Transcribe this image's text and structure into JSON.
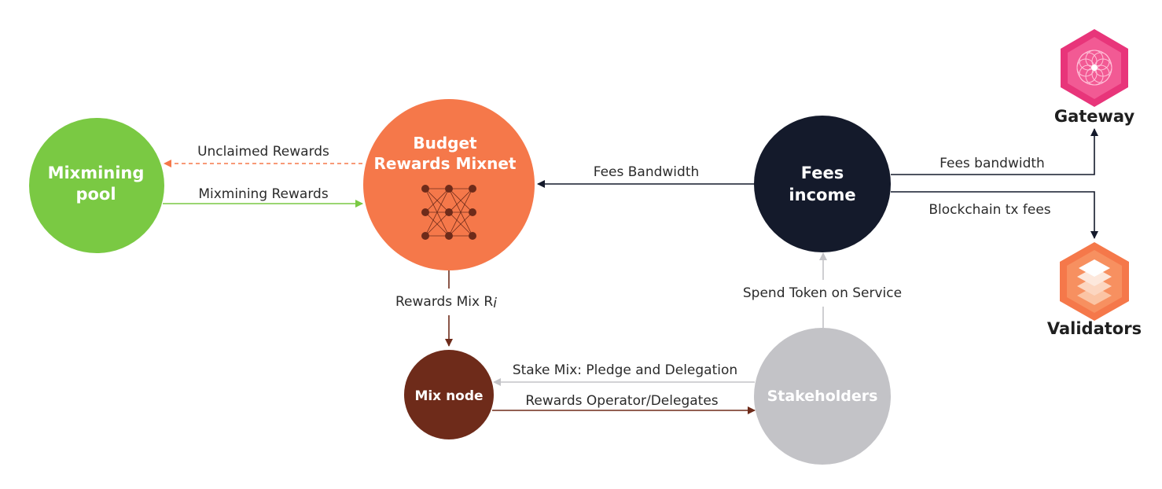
{
  "nodes": {
    "mixmining_pool": {
      "line1": "Mixmining",
      "line2": "pool",
      "color": "#7ac943"
    },
    "budget": {
      "line1": "Budget",
      "line2": "Rewards Mixnet",
      "color": "#f5784a"
    },
    "fees_income": {
      "line1": "Fees",
      "line2": "income",
      "color": "#141a2b"
    },
    "mix_node": {
      "line1": "Mix node",
      "color": "#6e2b1a"
    },
    "stakeholders": {
      "line1": "Stakeholders",
      "color": "#c3c3c7"
    },
    "gateway": {
      "label": "Gateway",
      "color": "#e8357a"
    },
    "validators": {
      "label": "Validators",
      "color": "#f5784a"
    }
  },
  "edges": {
    "unclaimed_rewards": "Unclaimed Rewards",
    "mixmining_rewards": "Mixmining Rewards",
    "fees_bandwidth_to_budget": "Fees Bandwidth",
    "fees_bandwidth_to_gateway": "Fees bandwidth",
    "blockchain_tx_fees": "Blockchain tx fees",
    "rewards_mix": "Rewards Mix R",
    "rewards_mix_subscript": "i",
    "spend_token": "Spend Token on Service",
    "stake_mix": "Stake Mix: Pledge and Delegation",
    "rewards_operator": "Rewards Operator/Delegates"
  },
  "colors": {
    "dark_arrow": "#141a2b",
    "green_arrow": "#7ac943",
    "orange_dashed": "#f5784a",
    "brown_arrow": "#6e2b1a",
    "gray_arrow": "#c3c3c7"
  }
}
